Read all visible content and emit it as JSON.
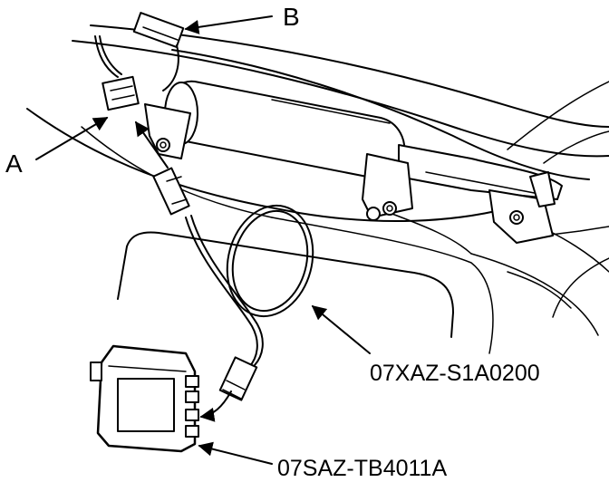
{
  "callouts": {
    "a": "A",
    "b": "B",
    "part_1": "07XAZ-S1A0200",
    "part_2": "07SAZ-TB4011A"
  },
  "colors": {
    "ink": "#000000",
    "paper": "#ffffff"
  }
}
